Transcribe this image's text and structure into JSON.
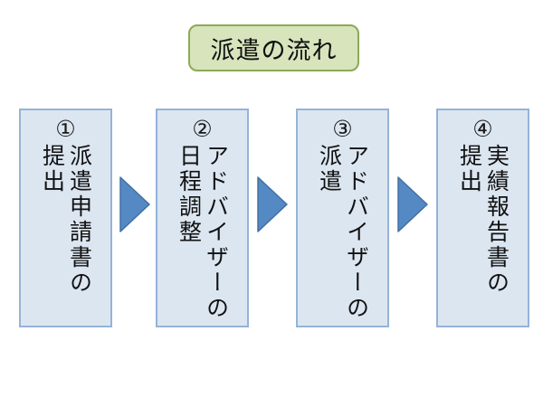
{
  "title": "派遣の流れ",
  "colors": {
    "title_fill": "#d7e4bc",
    "title_border": "#8caa54",
    "box_fill": "#dce6f1",
    "box_border": "#95b3d7",
    "arrow_fill": "#5589c4",
    "arrow_border": "#4170a4"
  },
  "steps": [
    {
      "number": "①",
      "label": "①派遣申請書の提出",
      "text": "派遣申請書の\n提出"
    },
    {
      "number": "②",
      "label": "②アドバイザーの日程調整",
      "text": "アドバイザーの\n日程調整"
    },
    {
      "number": "③",
      "label": "③アドバイザーの派遣",
      "text": "アドバイザーの\n派遣"
    },
    {
      "number": "④",
      "label": "④実績報告書の提出",
      "text": "実績報告書の\n提出"
    }
  ],
  "arrows": {
    "direction": "right",
    "count": 3
  }
}
